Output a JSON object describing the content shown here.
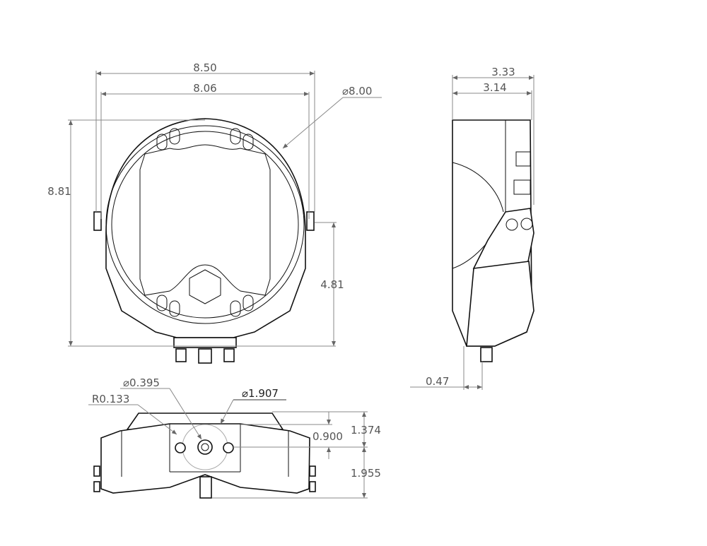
{
  "views": {
    "front": {
      "dimensions": {
        "overall_width": "8.50",
        "inner_width": "8.06",
        "diameter": "⌀8.00",
        "overall_height": "8.81",
        "mount_height": "4.81"
      }
    },
    "side": {
      "dimensions": {
        "overall_depth": "3.33",
        "body_depth": "3.14",
        "offset": "0.47"
      }
    },
    "bottom": {
      "dimensions": {
        "hole_diameter": "⌀0.395",
        "slot_radius": "R0.133",
        "bolt_circle": "⌀1.907",
        "top_offset": "1.374",
        "center_offset": "0.900",
        "bottom_height": "1.955"
      }
    }
  }
}
